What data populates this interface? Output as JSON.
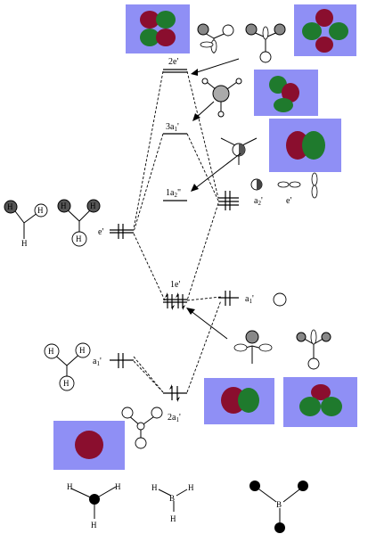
{
  "labels": {
    "mo_2e": "2e'",
    "mo_3a1": "3a",
    "mo_3a1_sub": "1",
    "mo_3a1_prime": "'",
    "mo_1a2": "1a",
    "mo_1a2_sub": "2",
    "mo_1a2_prime": "\"",
    "mo_1e": "1e'",
    "mo_2a1": "2a",
    "mo_2a1_sub": "1",
    "mo_2a1_prime": "'",
    "frag_e": "e'",
    "frag_a1": "a",
    "frag_a1_sub": "1",
    "frag_a1_prime": "'",
    "b_a2": "a",
    "b_a2_sub": "2",
    "b_a2_prime": "'",
    "b_e": "e'",
    "b_a1": "a",
    "b_a1_sub": "1",
    "b_a1_prime": "'"
  },
  "atoms": {
    "H": "H",
    "B": "B"
  },
  "colors": {
    "panel": "#8f8ff5",
    "lobe_red": "#8a0e2e",
    "lobe_green": "#1f7a2d"
  }
}
